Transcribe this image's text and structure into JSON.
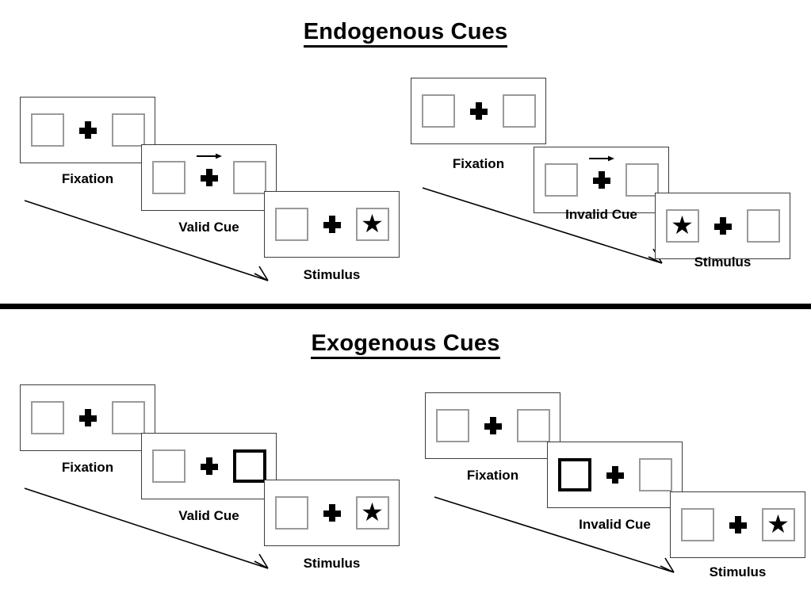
{
  "figure": {
    "title_endogenous": "Endogenous Cues",
    "title_exogenous": "Exogenous Cues"
  },
  "labels": {
    "fixation": "Fixation",
    "valid_cue": "Valid Cue",
    "invalid_cue": "Invalid Cue",
    "stimulus": "Stimulus"
  },
  "glyphs": {
    "star": "★",
    "plus": "fixation-cross",
    "arrow": "right-arrow-cue"
  },
  "colors": {
    "panel_border": "#3c3c3c",
    "box_border": "#9a9a9a",
    "cued_box_border": "#000000",
    "ink": "#000000",
    "background": "#ffffff"
  },
  "sections": [
    {
      "id": "endogenous",
      "title": "Endogenous Cues",
      "cue_type": "arrow",
      "columns": [
        {
          "id": "endogenous-valid",
          "cue_label": "Valid Cue",
          "cue_direction": "right",
          "cue_side": "right",
          "target_side": "right",
          "panels": [
            {
              "name": "fixation",
              "label": "Fixation",
              "left_box": "empty",
              "right_box": "empty",
              "arrow": false
            },
            {
              "name": "valid-cue",
              "label": "Valid Cue",
              "left_box": "empty",
              "right_box": "empty",
              "arrow": true
            },
            {
              "name": "stimulus",
              "label": "Stimulus",
              "left_box": "empty",
              "right_box": "star",
              "arrow": false
            }
          ]
        },
        {
          "id": "endogenous-invalid",
          "cue_label": "Invalid Cue",
          "cue_direction": "right",
          "cue_side": "right",
          "target_side": "left",
          "panels": [
            {
              "name": "fixation",
              "label": "Fixation",
              "left_box": "empty",
              "right_box": "empty",
              "arrow": false
            },
            {
              "name": "invalid-cue",
              "label": "Invalid Cue",
              "left_box": "empty",
              "right_box": "empty",
              "arrow": true
            },
            {
              "name": "stimulus",
              "label": "Stimulus",
              "left_box": "star",
              "right_box": "empty",
              "arrow": false
            }
          ]
        }
      ]
    },
    {
      "id": "exogenous",
      "title": "Exogenous Cues",
      "cue_type": "box-flash",
      "columns": [
        {
          "id": "exogenous-valid",
          "cue_label": "Valid Cue",
          "cue_side": "right",
          "target_side": "right",
          "panels": [
            {
              "name": "fixation",
              "label": "Fixation",
              "left_box": "empty",
              "right_box": "empty",
              "arrow": false
            },
            {
              "name": "valid-cue",
              "label": "Valid Cue",
              "left_box": "empty",
              "right_box": "cued",
              "arrow": false
            },
            {
              "name": "stimulus",
              "label": "Stimulus",
              "left_box": "empty",
              "right_box": "star",
              "arrow": false
            }
          ]
        },
        {
          "id": "exogenous-invalid",
          "cue_label": "Invalid Cue",
          "cue_side": "left",
          "target_side": "right",
          "panels": [
            {
              "name": "fixation",
              "label": "Fixation",
              "left_box": "empty",
              "right_box": "empty",
              "arrow": false
            },
            {
              "name": "invalid-cue",
              "label": "Invalid Cue",
              "left_box": "cued",
              "right_box": "empty",
              "arrow": false
            },
            {
              "name": "stimulus",
              "label": "Stimulus",
              "left_box": "empty",
              "right_box": "star",
              "arrow": false
            }
          ]
        }
      ]
    }
  ],
  "time_arrows": [
    {
      "id": "endogenous-left-time-arrow"
    },
    {
      "id": "endogenous-right-time-arrow"
    },
    {
      "id": "exogenous-left-time-arrow"
    },
    {
      "id": "exogenous-right-time-arrow"
    }
  ]
}
